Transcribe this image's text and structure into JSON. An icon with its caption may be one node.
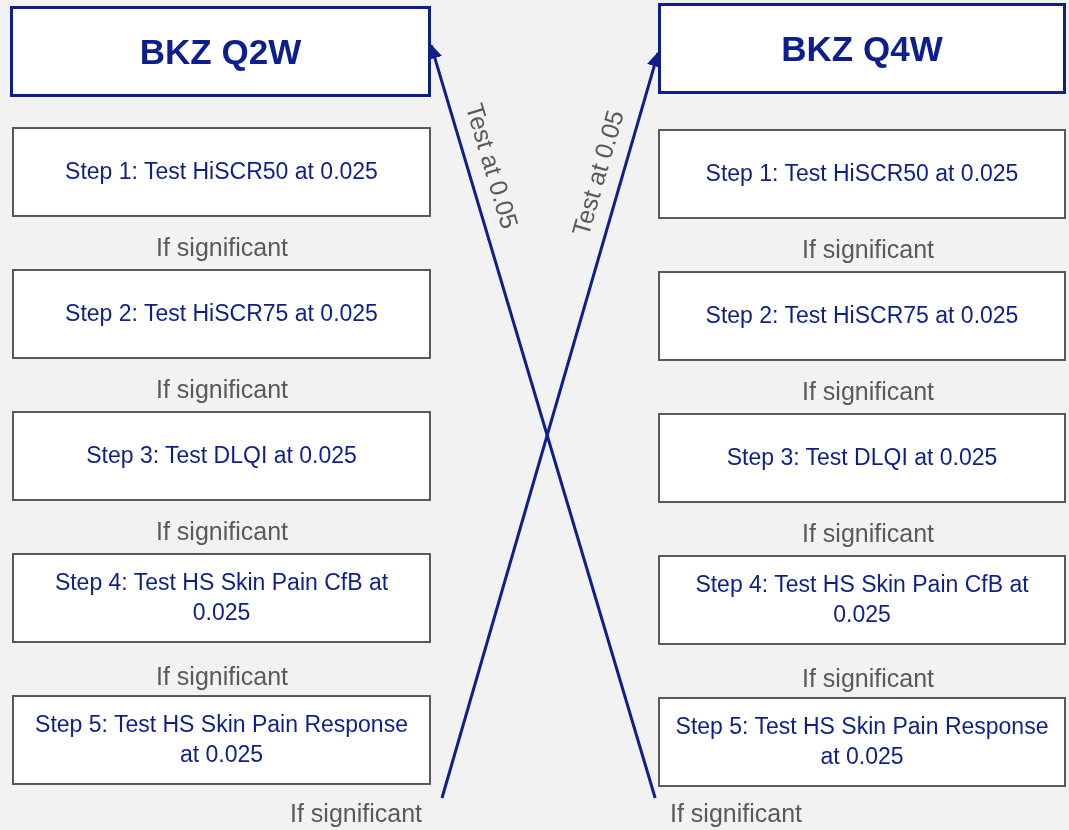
{
  "diagram": {
    "nodes": [
      {
        "text": [
          "BKZ Q2W"
        ]
      },
      {
        "text": [
          "Step 1: Test HiSCR50 at 0.025"
        ]
      },
      {
        "text": [
          "Step 2: Test HiSCR75 at 0.025"
        ]
      },
      {
        "text": [
          "Step 3: Test DLQI at 0.025"
        ]
      },
      {
        "text": [
          "Step 4: Test HS Skin Pain CfB at 0.025"
        ]
      },
      {
        "text": [
          "Step 5: Test HS Skin Pain Response at 0.025"
        ]
      },
      {
        "text": [
          "If significant"
        ]
      },
      {
        "text": [
          "BKZ Q4W"
        ]
      },
      {
        "text": [
          "Step 1: Test HiSCR50 at 0.025"
        ]
      },
      {
        "text": [
          "Step 2: Test HiSCR75 at 0.025"
        ]
      },
      {
        "text": [
          "Step 3: Test DLQI at 0.025"
        ]
      },
      {
        "text": [
          "Step 4: Test HS Skin Pain CfB at 0.025"
        ]
      },
      {
        "text": [
          "Step 5: Test HS Skin Pain Response at 0.025"
        ]
      },
      {
        "text": [
          "If significant"
        ]
      }
    ],
    "edges": [
      {
        "from": 6,
        "to": 7,
        "arrow": "to",
        "label": "Test at 0.05"
      },
      {
        "from": 13,
        "to": 0,
        "arrow": "to",
        "label": "Test at 0.05"
      }
    ],
    "labels": [
      "If significant",
      "If significant",
      "If significant",
      "If significant",
      "If significant",
      "If significant",
      "If significant",
      "If significant"
    ]
  }
}
